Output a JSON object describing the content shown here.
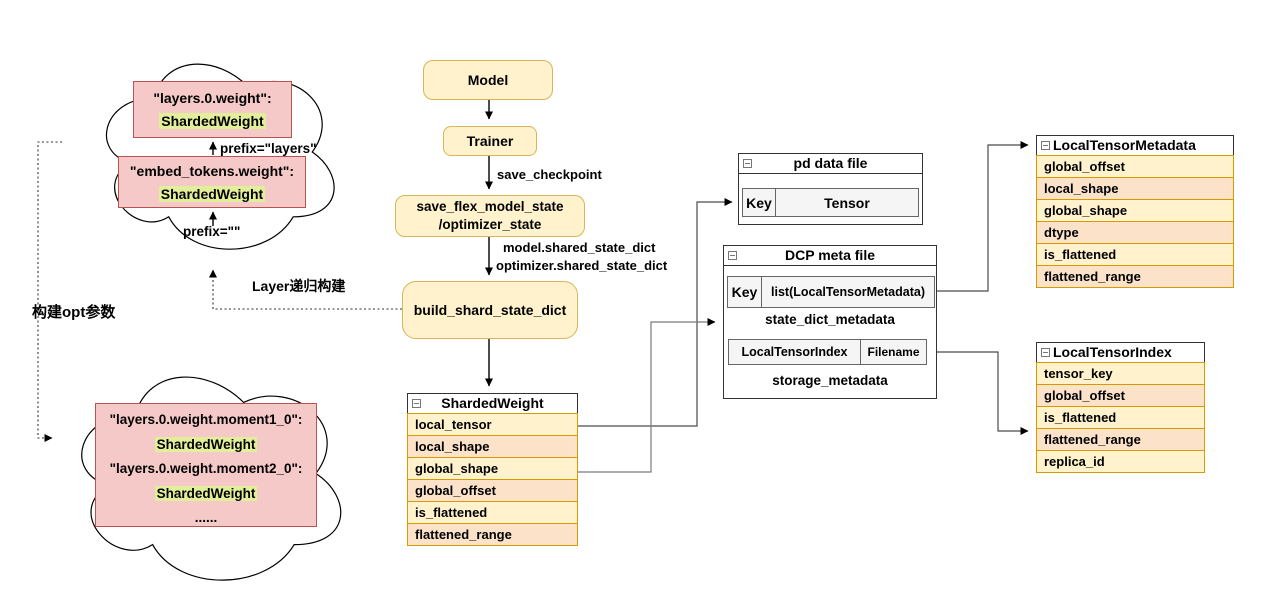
{
  "diagram": {
    "clouds": {
      "model_state": {
        "entry1_key": "\"layers.0.weight\":",
        "entry1_value": "ShardedWeight",
        "arrow1_label": "prefix=\"layers\"",
        "entry2_key": "\"embed_tokens.weight\":",
        "entry2_value": "ShardedWeight",
        "arrow2_label": "prefix=\"\""
      },
      "opt_state": {
        "entry1_key": "\"layers.0.weight.moment1_0\":",
        "entry1_value": "ShardedWeight",
        "entry2_key": "\"layers.0.weight.moment2_0\":",
        "entry2_value": "ShardedWeight",
        "ellipsis": "......"
      }
    },
    "annotations": {
      "build_opt_params": "构建opt参数",
      "layer_recursive_build": "Layer递归构建",
      "save_checkpoint": "save_checkpoint",
      "model_shared_state_dict": "model.shared_state_dict",
      "optimizer_shared_state_dict": "optimizer.shared_state_dict"
    },
    "flow_nodes": {
      "model": "Model",
      "trainer": "Trainer",
      "save_flex_line1": "save_flex_model_state",
      "save_flex_line2": "/optimizer_state",
      "build_shard_state_dict": "build_shard_state_dict"
    },
    "sharded_weight_table": {
      "title": "ShardedWeight",
      "rows": [
        "local_tensor",
        "local_shape",
        "global_shape",
        "global_offset",
        "is_flattened",
        "flattened_range"
      ]
    },
    "pd_data_file": {
      "title": "pd data file",
      "key_header": "Key",
      "value_header": "Tensor"
    },
    "dcp_meta_file": {
      "title": "DCP meta file",
      "map1_key": "Key",
      "map1_value": "list(LocalTensorMetadata)",
      "map1_label": "state_dict_metadata",
      "map2_key": "LocalTensorIndex",
      "map2_value": "Filename",
      "map2_label": "storage_metadata"
    },
    "local_tensor_metadata_table": {
      "title": "LocalTensorMetadata",
      "rows": [
        "global_offset",
        "local_shape",
        "global_shape",
        "dtype",
        "is_flattened",
        "flattened_range"
      ]
    },
    "local_tensor_index_table": {
      "title": "LocalTensorIndex",
      "rows": [
        "tensor_key",
        "global_offset",
        "is_flattened",
        "flattened_range",
        "replica_id"
      ]
    },
    "colors": {
      "node_fill": "#FFF2CC",
      "node_border": "#D6B656",
      "row_yellow": "#FFF2CC",
      "row_orange": "#FBE2C9",
      "row_border": "#D79B00",
      "pink_fill": "#F5C9C7",
      "pink_border": "#B85450",
      "highlight": "#E3EE9A",
      "gray_cell": "#F5F5F5"
    }
  }
}
